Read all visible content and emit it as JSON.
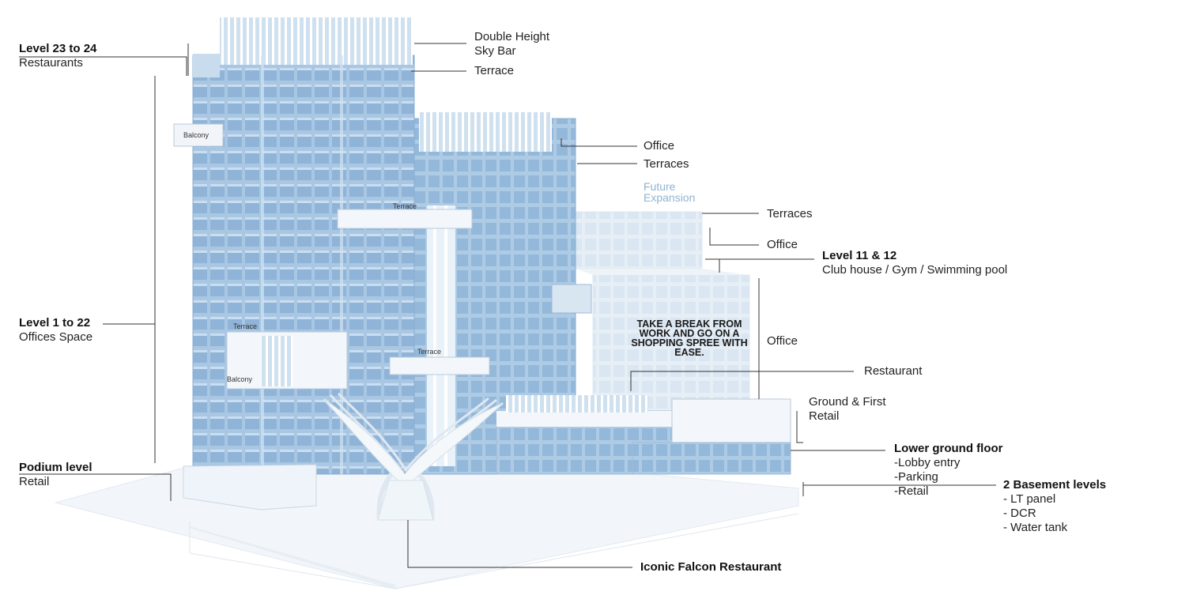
{
  "labels": {
    "level_23_24": {
      "title": "Level 23 to 24",
      "sub": "Restaurants"
    },
    "level_1_22": {
      "title": "Level 1 to 22",
      "sub": "Offices Space"
    },
    "podium": {
      "title": "Podium level",
      "sub": "Retail"
    },
    "sky_bar": {
      "line1": "Double Height",
      "line2": "Sky Bar"
    },
    "terrace_top": "Terrace",
    "office_mid": "Office",
    "terraces_mid": "Terraces",
    "future": {
      "line1": "Future",
      "line2": "Expansion"
    },
    "terraces_right": "Terraces",
    "office_right": "Office",
    "level_11_12": {
      "title": "Level 11 & 12",
      "sub": "Club house / Gym / Swimming pool"
    },
    "office_low": "Office",
    "restaurant": "Restaurant",
    "ground_first": {
      "line1": "Ground & First",
      "line2": "Retail"
    },
    "lower_ground": {
      "title": "Lower ground floor",
      "l1": "-Lobby entry",
      "l2": "-Parking",
      "l3": "-Retail"
    },
    "basement": {
      "title": "2 Basement levels",
      "l1": "- LT panel",
      "l2": "- DCR",
      "l3": "- Water tank"
    },
    "falcon": "Iconic Falcon Restaurant",
    "slogan": "TAKE A BREAK FROM WORK AND GO ON A SHOPPING SPREE WITH EASE."
  },
  "in_image": {
    "balcony_top": "Balcony",
    "terrace_bridge1": "Terrace",
    "terrace_left": "Terrace",
    "balcony_left": "Balcony",
    "terrace_bridge2": "Terrace"
  },
  "colors": {
    "glass": "#b9d3ea",
    "glass_dark": "#7fa6cc",
    "glass_light": "#dfeaf5",
    "white_struct": "#f3f7fb",
    "leader": "#333333"
  }
}
